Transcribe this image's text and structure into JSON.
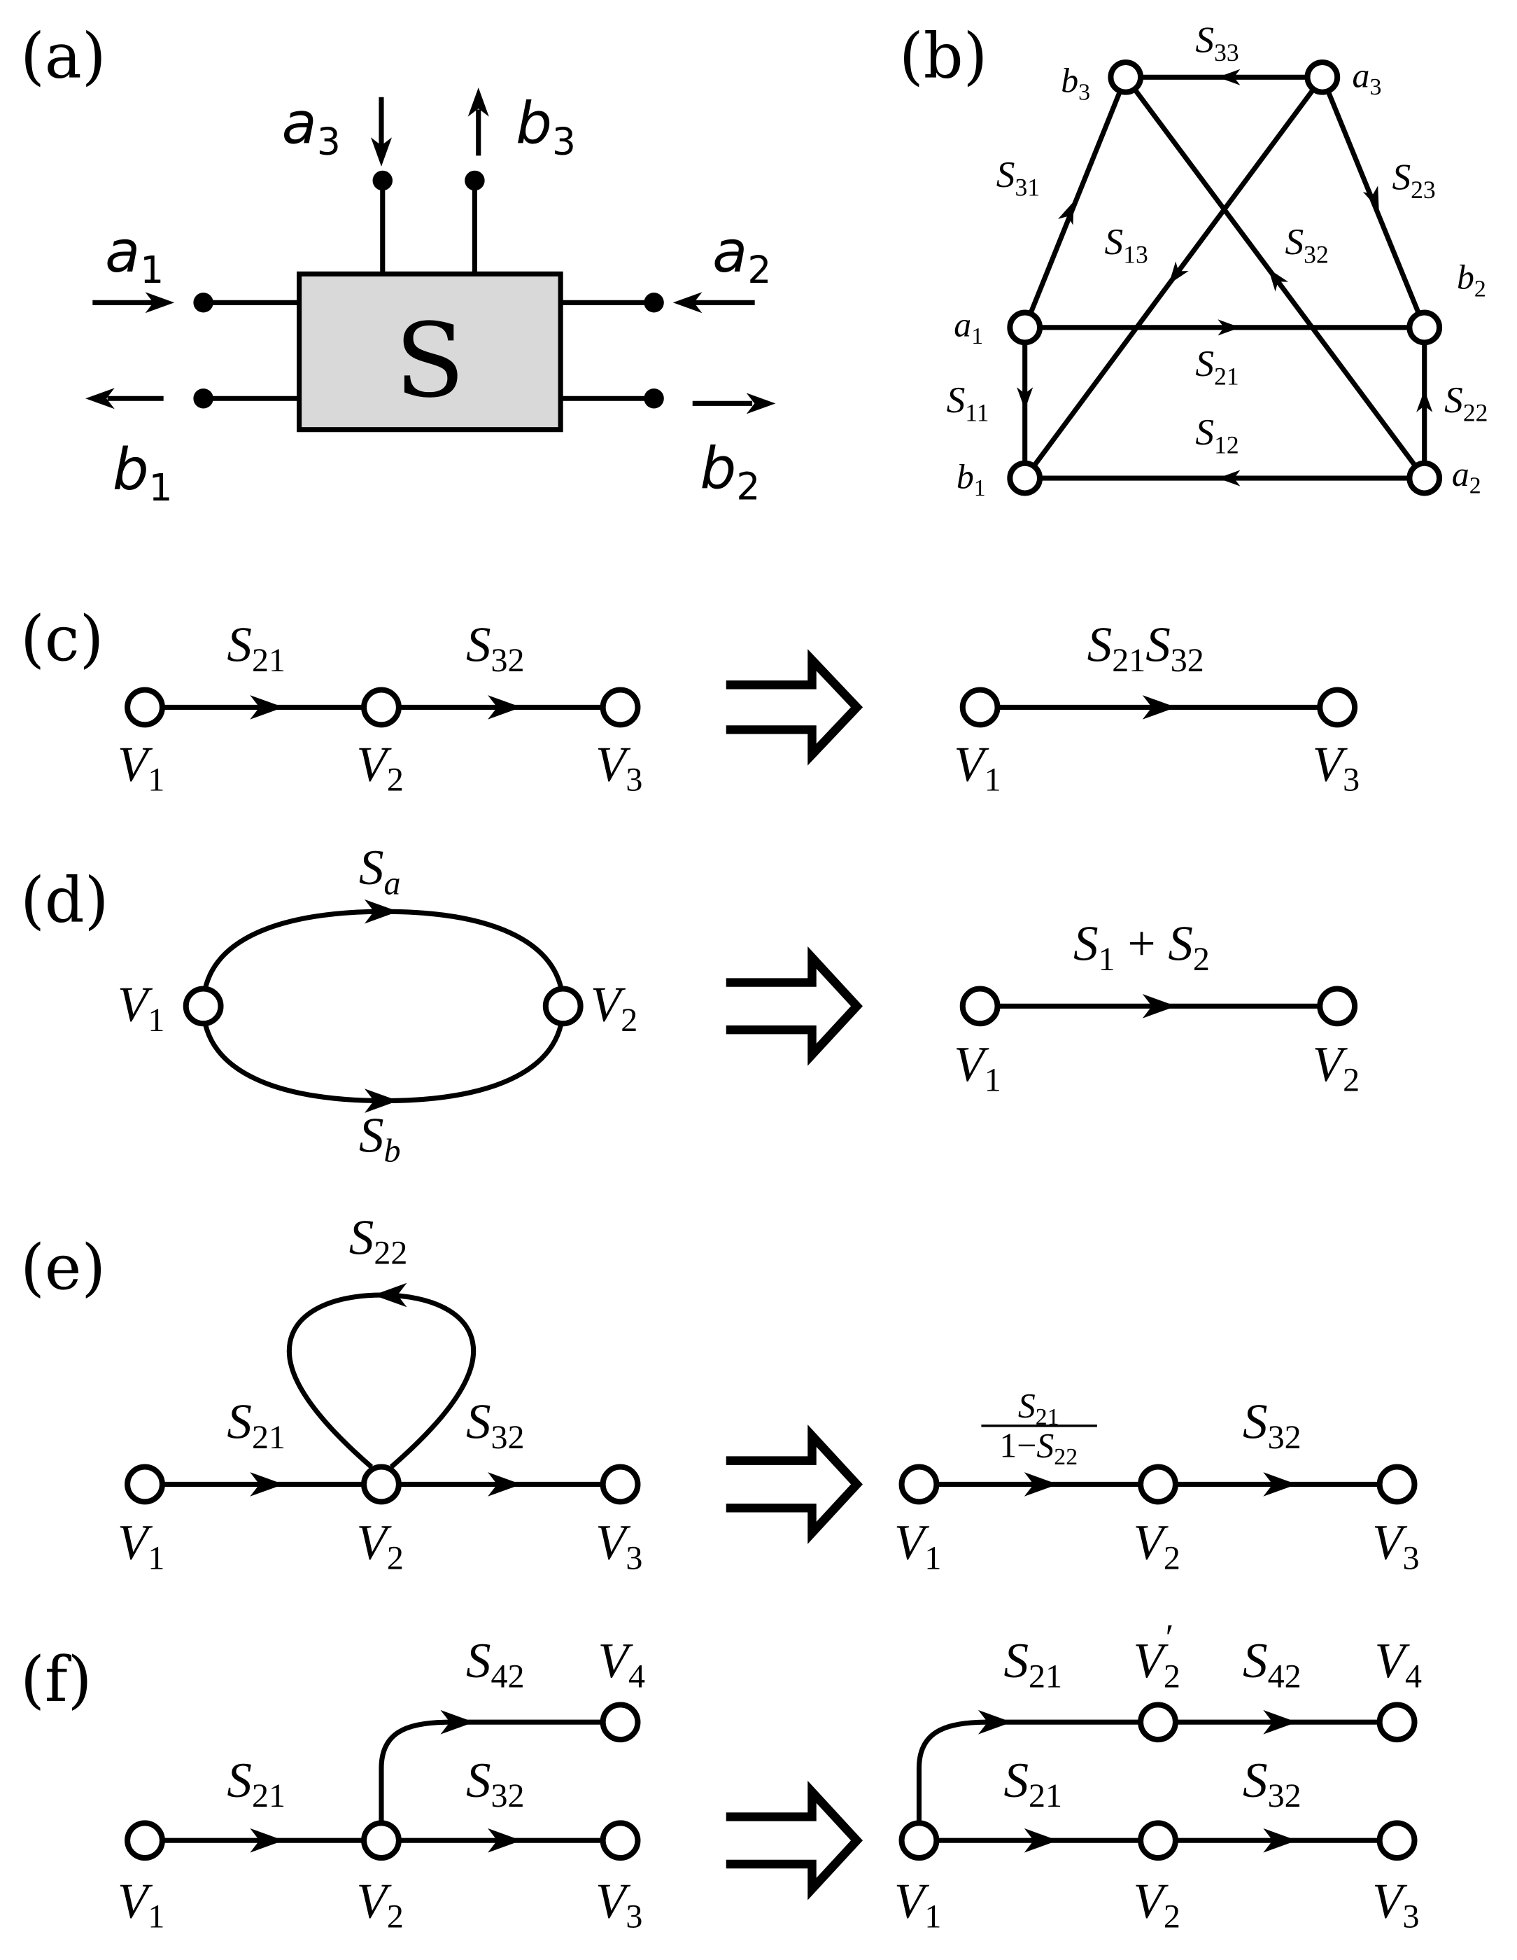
{
  "colors": {
    "ink": "#000000",
    "box_fill": "#d9d9d9",
    "background": "#ffffff"
  },
  "panel_a": {
    "label": "(a)",
    "box_label": "S",
    "ports": [
      {
        "sym": "a",
        "sub": "1"
      },
      {
        "sym": "b",
        "sub": "1"
      },
      {
        "sym": "a",
        "sub": "2"
      },
      {
        "sym": "b",
        "sub": "2"
      },
      {
        "sym": "a",
        "sub": "3"
      },
      {
        "sym": "b",
        "sub": "3"
      }
    ]
  },
  "panel_b": {
    "label": "(b)",
    "nodes": {
      "a1": {
        "sym": "a",
        "sub": "1"
      },
      "a2": {
        "sym": "a",
        "sub": "2"
      },
      "a3": {
        "sym": "a",
        "sub": "3"
      },
      "b1": {
        "sym": "b",
        "sub": "1"
      },
      "b2": {
        "sym": "b",
        "sub": "2"
      },
      "b3": {
        "sym": "b",
        "sub": "3"
      }
    },
    "edges": {
      "S11": {
        "sym": "S",
        "sub": "11"
      },
      "S12": {
        "sym": "S",
        "sub": "12"
      },
      "S13": {
        "sym": "S",
        "sub": "13"
      },
      "S21": {
        "sym": "S",
        "sub": "21"
      },
      "S22": {
        "sym": "S",
        "sub": "22"
      },
      "S23": {
        "sym": "S",
        "sub": "23"
      },
      "S31": {
        "sym": "S",
        "sub": "31"
      },
      "S32": {
        "sym": "S",
        "sub": "32"
      },
      "S33": {
        "sym": "S",
        "sub": "33"
      }
    }
  },
  "panel_c": {
    "label": "(c)",
    "left": {
      "nodes": [
        {
          "sym": "V",
          "sub": "1"
        },
        {
          "sym": "V",
          "sub": "2"
        },
        {
          "sym": "V",
          "sub": "3"
        }
      ],
      "edges": [
        {
          "sym": "S",
          "sub": "21"
        },
        {
          "sym": "S",
          "sub": "32"
        }
      ]
    },
    "right": {
      "nodes": [
        {
          "sym": "V",
          "sub": "1"
        },
        {
          "sym": "V",
          "sub": "3"
        }
      ],
      "edge_parts": [
        {
          "sym": "S",
          "sub": "21"
        },
        {
          "sym": "S",
          "sub": "32"
        }
      ]
    }
  },
  "panel_d": {
    "label": "(d)",
    "left": {
      "nodes": [
        {
          "sym": "V",
          "sub": "1"
        },
        {
          "sym": "V",
          "sub": "2"
        }
      ],
      "edges": [
        {
          "sym": "S",
          "sub": "a"
        },
        {
          "sym": "S",
          "sub": "b"
        }
      ]
    },
    "right": {
      "nodes": [
        {
          "sym": "V",
          "sub": "1"
        },
        {
          "sym": "V",
          "sub": "2"
        }
      ],
      "edge_parts": [
        {
          "sym": "S",
          "sub": "1"
        },
        {
          "sym": "S",
          "sub": "2"
        }
      ],
      "operator": "+"
    }
  },
  "panel_e": {
    "label": "(e)",
    "left": {
      "nodes": [
        {
          "sym": "V",
          "sub": "1"
        },
        {
          "sym": "V",
          "sub": "2"
        },
        {
          "sym": "V",
          "sub": "3"
        }
      ],
      "edges": [
        {
          "sym": "S",
          "sub": "21"
        },
        {
          "sym": "S",
          "sub": "32"
        }
      ],
      "loop": {
        "sym": "S",
        "sub": "22"
      }
    },
    "right": {
      "nodes": [
        {
          "sym": "V",
          "sub": "1"
        },
        {
          "sym": "V",
          "sub": "2"
        },
        {
          "sym": "V",
          "sub": "3"
        }
      ],
      "fraction": {
        "numerator": {
          "sym": "S",
          "sub": "21"
        },
        "denominator_prefix": "1−",
        "denominator": {
          "sym": "S",
          "sub": "22"
        }
      },
      "edge2": {
        "sym": "S",
        "sub": "32"
      }
    }
  },
  "panel_f": {
    "label": "(f)",
    "left": {
      "nodes": [
        {
          "sym": "V",
          "sub": "1"
        },
        {
          "sym": "V",
          "sub": "2"
        },
        {
          "sym": "V",
          "sub": "3"
        },
        {
          "sym": "V",
          "sub": "4"
        }
      ],
      "edges": [
        {
          "sym": "S",
          "sub": "21"
        },
        {
          "sym": "S",
          "sub": "32"
        },
        {
          "sym": "S",
          "sub": "42"
        }
      ]
    },
    "right": {
      "nodes": [
        {
          "sym": "V",
          "sub": "1"
        },
        {
          "sym": "V",
          "sub": "2"
        },
        {
          "sym": "V",
          "sub": "3"
        },
        {
          "sym": "V",
          "sub": "4"
        }
      ],
      "v2prime": {
        "sym": "V",
        "sub": "2",
        "prime": "′"
      },
      "edges": [
        {
          "sym": "S",
          "sub": "21"
        },
        {
          "sym": "S",
          "sub": "32"
        },
        {
          "sym": "S",
          "sub": "21"
        },
        {
          "sym": "S",
          "sub": "42"
        }
      ]
    }
  }
}
